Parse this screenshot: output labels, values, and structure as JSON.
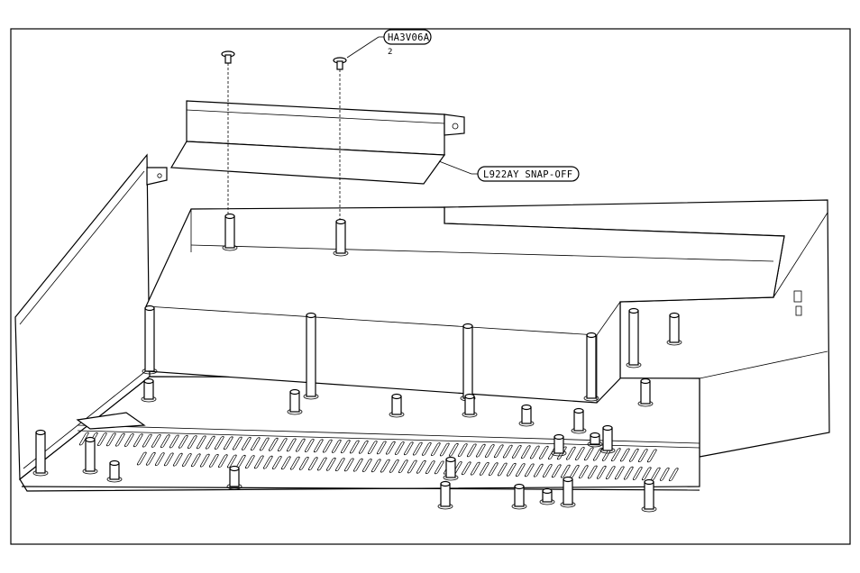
{
  "callouts": {
    "screw_part": "HA3V06A",
    "screw_qty": "2",
    "bracket_part": "L922AY SNAP-OFF"
  }
}
